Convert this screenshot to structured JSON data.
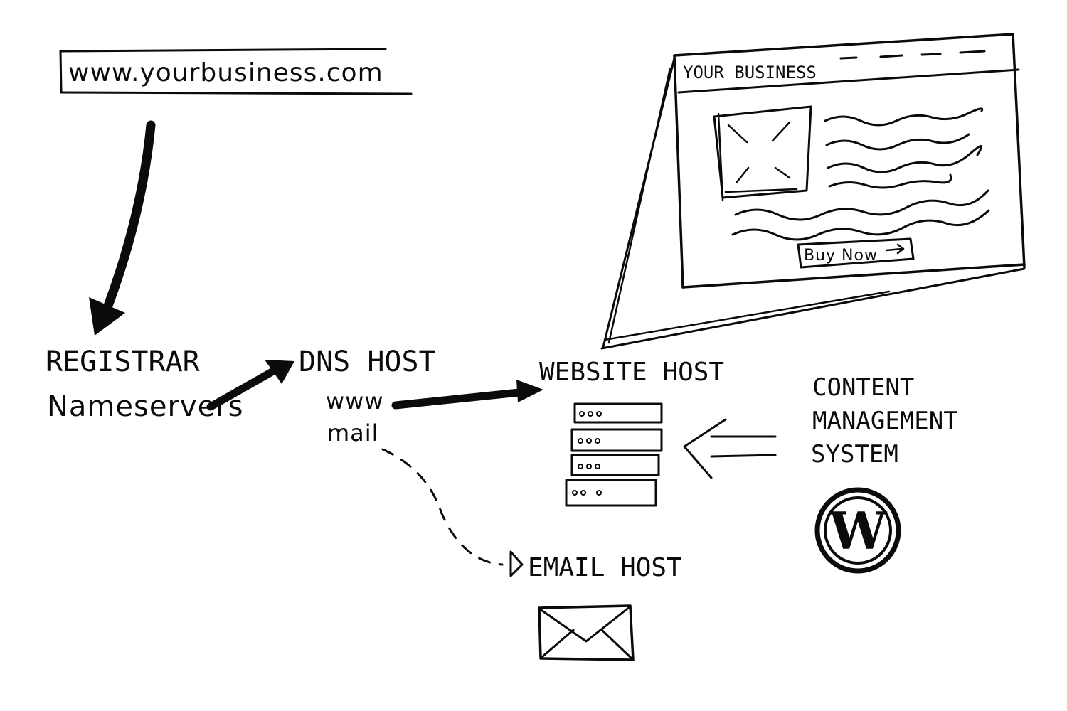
{
  "url_bar": {
    "text": "www.yourbusiness.com"
  },
  "registrar": {
    "title": "REGISTRAR",
    "sub": "Nameservers"
  },
  "dns_host": {
    "title": "DNS HOST",
    "records": [
      "www",
      "mail"
    ]
  },
  "website_host": {
    "title": "WEBSITE HOST"
  },
  "email_host": {
    "title": "EMAIL HOST"
  },
  "cms": {
    "lines": [
      "CONTENT",
      "MANAGEMENT",
      "SYSTEM"
    ],
    "logo_icon": "wordpress-logo-icon"
  },
  "website_preview": {
    "brand": "YOUR BUSINESS",
    "button": "Buy Now"
  },
  "icons": {
    "server": "server-rack-icon",
    "mail": "envelope-icon",
    "image": "image-placeholder-icon"
  },
  "colors": {
    "ink": "#0b0b0b",
    "paper": "#ffffff"
  }
}
